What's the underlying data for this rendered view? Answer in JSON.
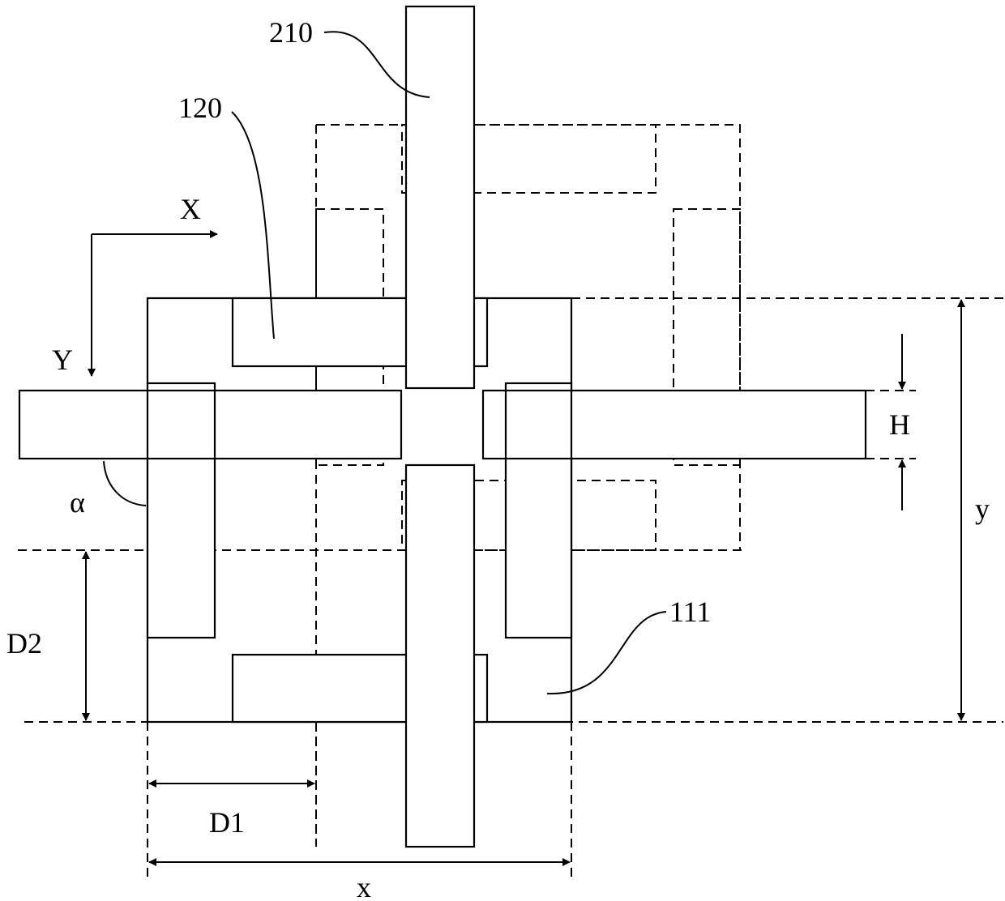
{
  "labels": {
    "ref_210": "210",
    "ref_120": "120",
    "ref_111": "111",
    "axis_x": "X",
    "axis_y": "Y",
    "dim_h": "H",
    "dim_y": "y",
    "dim_x": "x",
    "dim_d1": "D1",
    "dim_d2": "D2",
    "angle": "α"
  }
}
